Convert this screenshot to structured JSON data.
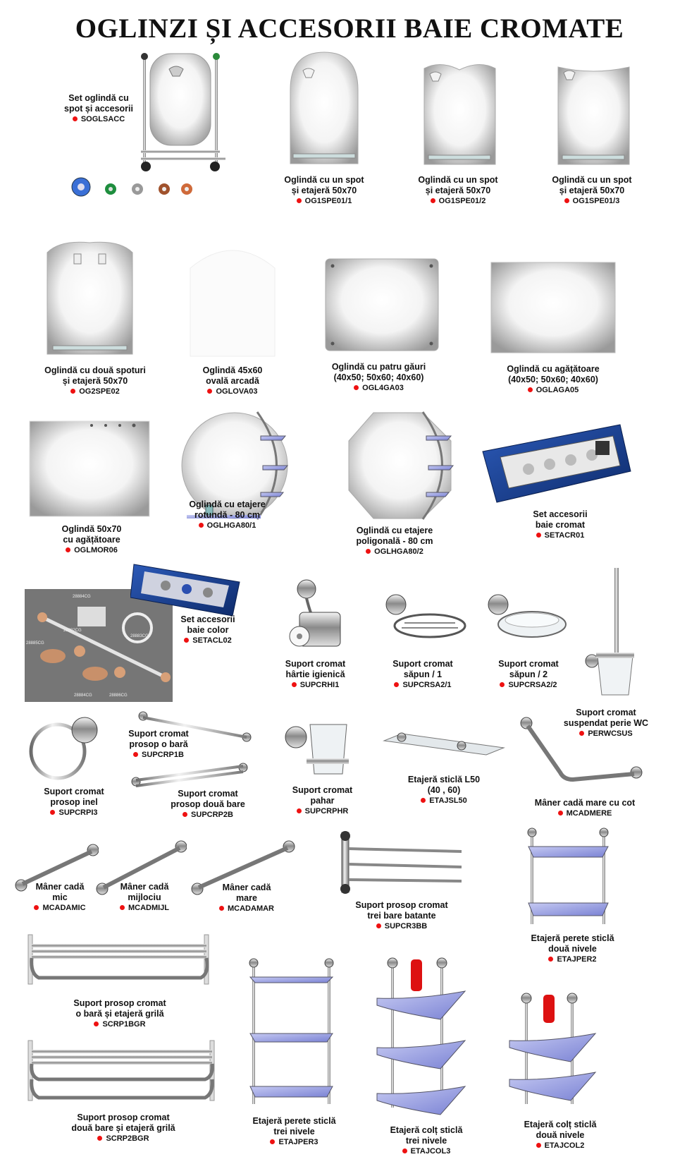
{
  "title": "OGLINZI ȘI ACCESORII BAIE CROMATE",
  "colors": {
    "bullet": "#e11111",
    "chrome_dark": "#555555",
    "chrome_light": "#e8e8e8",
    "glass": "#8f96d8",
    "panel_blue": "#1d3f8c"
  },
  "products": {
    "soglsacc": {
      "l1": "Set oglindă cu",
      "l2": "spot și accesorii",
      "code": "SOGLSACC"
    },
    "og1spe011": {
      "l1": "Oglindă cu un spot",
      "l2": "și etajeră 50x70",
      "code": "OG1SPE01/1"
    },
    "og1spe012": {
      "l1": "Oglindă cu un spot",
      "l2": "și etajeră 50x70",
      "code": "OG1SPE01/2"
    },
    "og1spe013": {
      "l1": "Oglindă cu un spot",
      "l2": "și etajeră 50x70",
      "code": "OG1SPE01/3"
    },
    "og2spe02": {
      "l1": "Oglindă cu două spoturi",
      "l2": "și etajeră 50x70",
      "code": "OG2SPE02"
    },
    "oglova03": {
      "l1": "Oglindă 45x60",
      "l2": "ovală arcadă",
      "code": "OGLOVA03"
    },
    "ogl4ga03": {
      "l1": "Oglindă cu patru găuri",
      "l2": "(40x50; 50x60; 40x60)",
      "code": "OGL4GA03"
    },
    "oglaga05": {
      "l1": "Oglindă cu agățătoare",
      "l2": "(40x50; 50x60; 40x60)",
      "code": "OGLAGA05"
    },
    "oglmor06": {
      "l1": "Oglindă 50x70",
      "l2": "cu agățătoare",
      "code": "OGLMOR06"
    },
    "oglhga801": {
      "l1": "Oglindă cu etajere",
      "l2": "rotundă - 80 cm",
      "code": "OGLHGA80/1"
    },
    "oglhga802": {
      "l1": "Oglindă cu etajere",
      "l2": "poligonală - 80 cm",
      "code": "OGLHGA80/2"
    },
    "setacr01": {
      "l1": "Set accesorii",
      "l2": "baie cromat",
      "code": "SETACR01"
    },
    "setacl02": {
      "l1": "Set accesorii",
      "l2": "baie color",
      "code": "SETACL02"
    },
    "supcrhi1": {
      "l1": "Suport cromat",
      "l2": "hârtie igienică",
      "code": "SUPCRHI1"
    },
    "supcrsa21": {
      "l1": "Suport cromat",
      "l2": "săpun / 1",
      "code": "SUPCRSA2/1"
    },
    "supcrsa22": {
      "l1": "Suport cromat",
      "l2": "săpun / 2",
      "code": "SUPCRSA2/2"
    },
    "perwcsus": {
      "l1": "Suport cromat",
      "l2": "suspendat perie WC",
      "code": "PERWCSUS"
    },
    "supcrpi3": {
      "l1": "Suport cromat",
      "l2": "prosop inel",
      "code": "SUPCRPI3"
    },
    "supcrp1b": {
      "l1": "Suport cromat",
      "l2": "prosop o bară",
      "code": "SUPCRP1B"
    },
    "supcrp2b": {
      "l1": "Suport cromat",
      "l2": "prosop două bare",
      "code": "SUPCRP2B"
    },
    "supcrphr": {
      "l1": "Suport cromat",
      "l2": "pahar",
      "code": "SUPCRPHR"
    },
    "etajsl50": {
      "l1": "Etajeră sticlă L50",
      "l2": "(40 , 60)",
      "code": "ETAJSL50"
    },
    "mcadmere": {
      "l1": "Mâner cadă mare cu cot",
      "l2": "",
      "code": "MCADMERE"
    },
    "mcadamic": {
      "l1": "Mâner cadă",
      "l2": "mic",
      "code": "MCADAMIC"
    },
    "mcadmijl": {
      "l1": "Mâner cadă",
      "l2": "mijlociu",
      "code": "MCADMIJL"
    },
    "mcadamar": {
      "l1": "Mâner cadă",
      "l2": "mare",
      "code": "MCADAMAR"
    },
    "supcr3bb": {
      "l1": "Suport prosop cromat",
      "l2": "trei bare batante",
      "code": "SUPCR3BB"
    },
    "etajper2": {
      "l1": "Etajeră perete sticlă",
      "l2": "două nivele",
      "code": "ETAJPER2"
    },
    "scrp1bgr": {
      "l1": "Suport prosop cromat",
      "l2": "o bară și etajeră grilă",
      "code": "SCRP1BGR"
    },
    "scrp2bgr": {
      "l1": "Suport prosop cromat",
      "l2": "două bare și etajeră grilă",
      "code": "SCRP2BGR"
    },
    "etajper3": {
      "l1": "Etajeră perete sticlă",
      "l2": "trei nivele",
      "code": "ETAJPER3"
    },
    "etajcol3": {
      "l1": "Etajeră colț sticlă",
      "l2": "trei nivele",
      "code": "ETAJCOL3"
    },
    "etajcol2": {
      "l1": "Etajeră colț sticlă",
      "l2": "două nivele",
      "code": "ETAJCOL2"
    }
  },
  "photo_labels": [
    "28884CG",
    "28882CG",
    "28883CG",
    "28885CG",
    "28884CG",
    "28886CG"
  ]
}
